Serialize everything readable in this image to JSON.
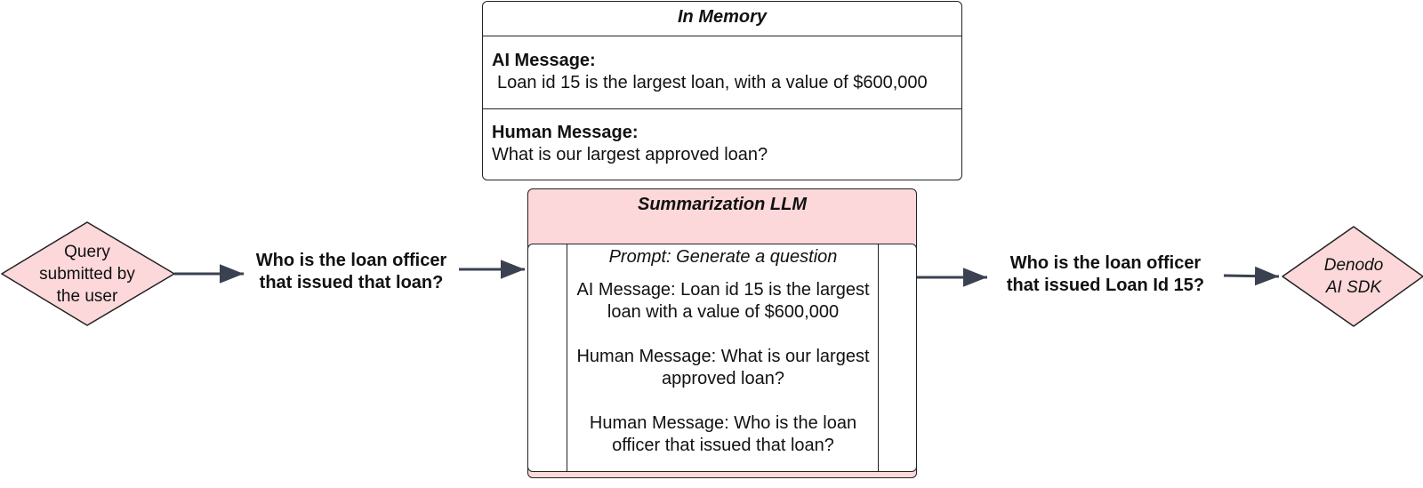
{
  "query_node": {
    "label": "Query\nsubmitted by\nthe user"
  },
  "user_question": "Who is the loan officer\nthat issued that loan?",
  "memory": {
    "title": "In Memory",
    "ai_label": "AI Message:",
    "ai_text": "Loan id 15 is the largest loan, with a value of $600,000",
    "human_label": "Human Message:",
    "human_text": "What is our largest approved loan?"
  },
  "llm": {
    "title": "Summarization LLM",
    "prompt_title": "Prompt: Generate a question",
    "ai_message": "AI Message: Loan id 15 is the largest\nloan with a value of $600,000",
    "human_message_1": "Human Message: What is our largest\napproved loan?",
    "human_message_2": "Human Message: Who is the loan\nofficer that issued that loan?"
  },
  "rewritten_question": "Who is the loan officer\nthat issued Loan Id 15?",
  "sdk_node": {
    "label": "Denodo\nAI SDK"
  },
  "colors": {
    "node_fill": "#fdd8da",
    "stroke": "#222222",
    "arrow": "#3a4150"
  }
}
